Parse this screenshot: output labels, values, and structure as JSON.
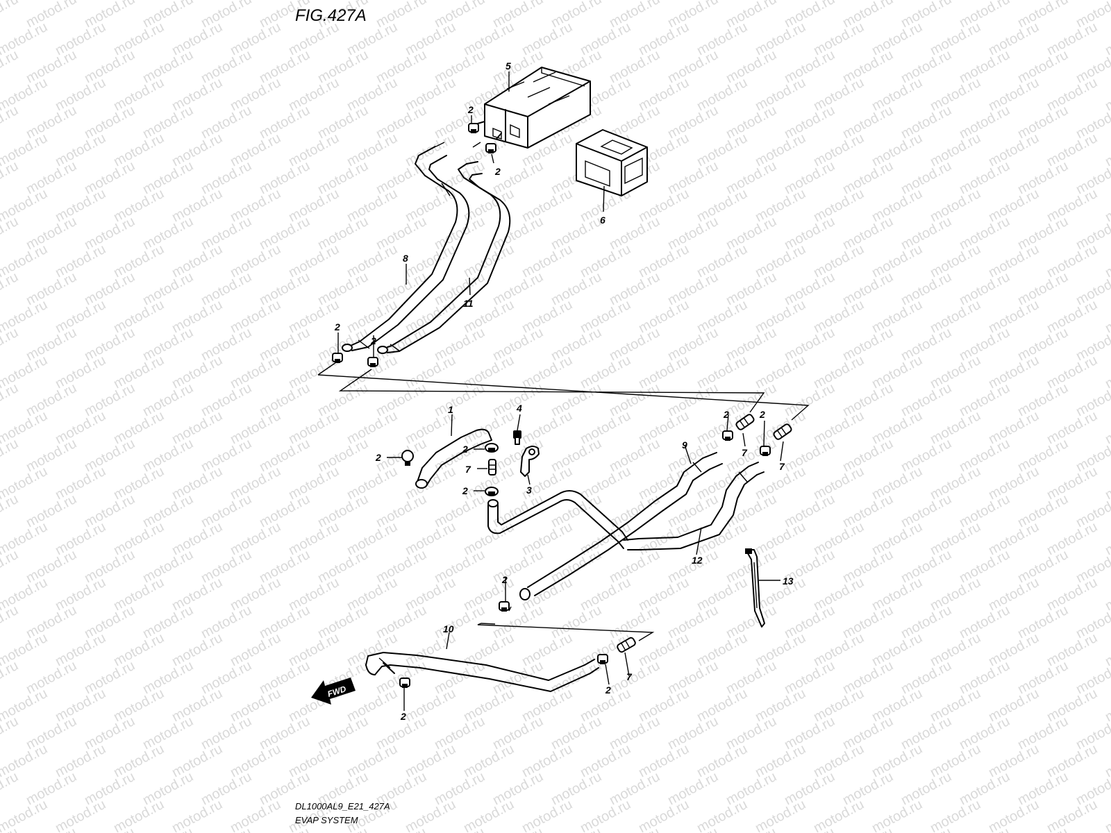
{
  "figure": {
    "title": "FIG.427A",
    "code": "DL1000AL9_E21_427A",
    "caption": "EVAP SYSTEM",
    "watermark": "motod.ru",
    "fwd_label": "FWD"
  },
  "callouts": {
    "c1": "1",
    "c2_canister_left": "2",
    "c2_canister_right": "2",
    "c2_hose8_end": "2",
    "c2_hose11_end": "2",
    "c2_hose1_left": "2",
    "c2_joint_top": "2",
    "c2_joint_bottom": "2",
    "c2_hose9_end": "2",
    "c2_hose12_end": "2",
    "c2_hose9_lower": "2",
    "c2_hose10_left": "2",
    "c2_hose10_right": "2",
    "c3": "3",
    "c4": "4",
    "c5": "5",
    "c6": "6",
    "c7_center": "7",
    "c7_hose9": "7",
    "c7_hose12": "7",
    "c7_hose10": "7",
    "c8": "8",
    "c9": "9",
    "c10": "10",
    "c11": "11",
    "c12": "12",
    "c13": "13"
  }
}
